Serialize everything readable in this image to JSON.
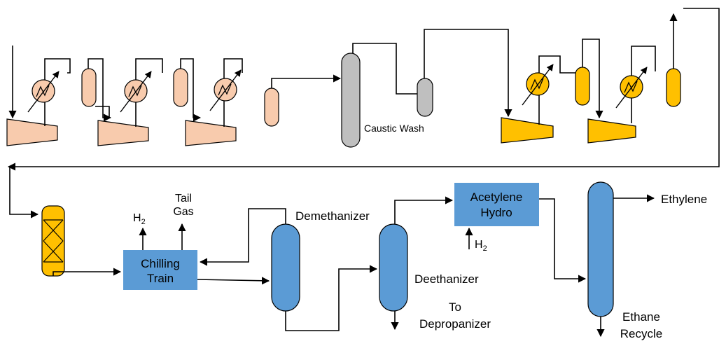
{
  "labels": {
    "caustic_wash": "Caustic Wash",
    "acetylene_hydro_line1": "Acetylene",
    "acetylene_hydro_line2": "Hydro",
    "chilling_train_line1": "Chilling",
    "chilling_train_line2": "Train",
    "h2_chilling": "H",
    "h2_chilling_sub": "2",
    "tail_gas_line1": "Tail",
    "tail_gas_line2": "Gas",
    "demethanizer": "Demethanizer",
    "deethanizer": "Deethanizer",
    "to_depropanizer_line1": "To",
    "to_depropanizer_line2": "Depropanizer",
    "h2_hydro": "H",
    "h2_hydro_sub": "2",
    "ethylene": "Ethylene",
    "ethane_recycle_line1": "Ethane",
    "ethane_recycle_line2": "Recycle"
  },
  "colors": {
    "stage_peach": "#f8cbad",
    "stage_peach_stroke": "#000000",
    "caustic_gray": "#bfbfbf",
    "stage_gold": "#ffc000",
    "column_blue": "#5b9bd5",
    "box_blue": "#5b9bd5",
    "line": "#000000"
  },
  "icons": {
    "compressor": "compressor-icon",
    "heat_exchanger": "heat-exchanger-icon",
    "drum": "knockout-drum-icon",
    "column": "distillation-column-icon",
    "dryer": "dryer-bed-icon"
  }
}
